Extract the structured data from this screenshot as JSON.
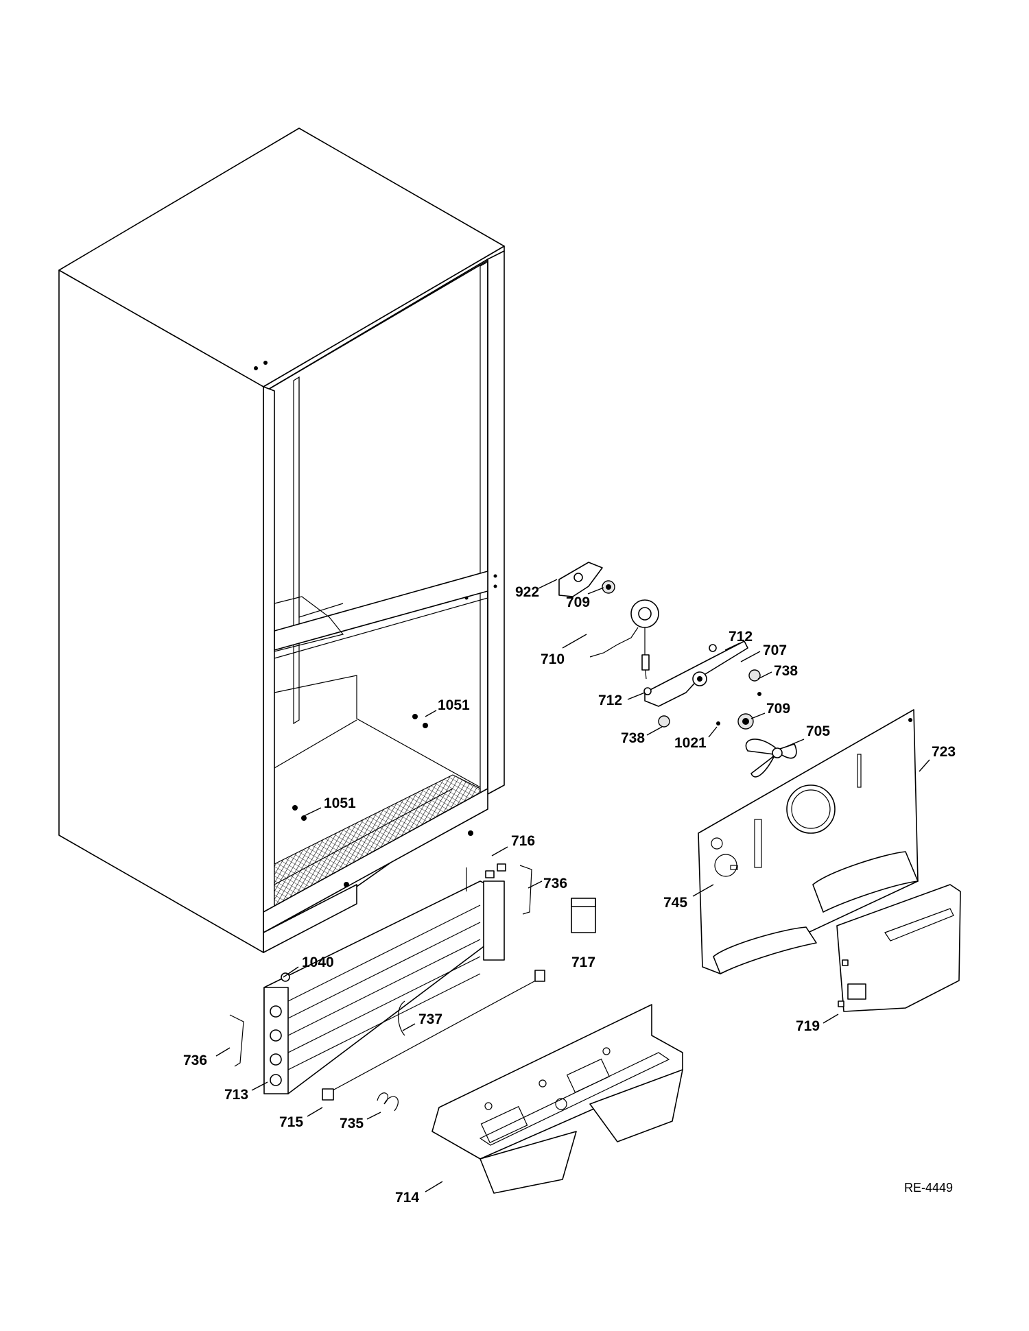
{
  "diagram": {
    "reference": "RE-4449",
    "callouts": {
      "c922": "922",
      "c709a": "709",
      "c710": "710",
      "c712a": "712",
      "c707": "707",
      "c738a": "738",
      "c712b": "712",
      "c709b": "709",
      "c738b": "738",
      "c1021": "1021",
      "c705": "705",
      "c723": "723",
      "c1051a": "1051",
      "c1051b": "1051",
      "c716": "716",
      "c736a": "736",
      "c717": "717",
      "c745": "745",
      "c1040": "1040",
      "c737": "737",
      "c736b": "736",
      "c713": "713",
      "c715": "715",
      "c735": "735",
      "c714": "714",
      "c719": "719"
    }
  }
}
